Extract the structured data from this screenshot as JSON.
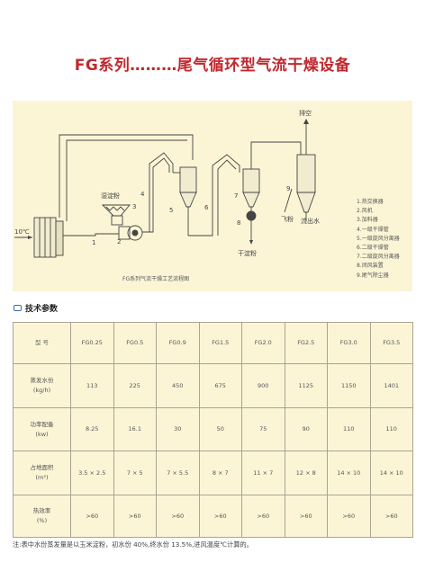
{
  "title": "FG系列………尾气循环型气流干燥设备",
  "diagram": {
    "caption": "FG系列气流干燥工艺流程图",
    "labels": {
      "exhaust": "排空",
      "wet_powder": "湿淀粉",
      "air_inlet": "10℃",
      "dry_powder": "干淀粉",
      "fly_powder": "飞粉",
      "waste_water": "流出水",
      "n1": "1",
      "n2": "2",
      "n3": "3",
      "n4": "4",
      "n5": "5",
      "n6": "6",
      "n7": "7",
      "n8": "8",
      "n9": "9"
    },
    "legend": [
      "1.热交换器",
      "2.风机",
      "3.加料器",
      "4.一级干燥管",
      "5.一级旋风分离器",
      "6.二级干燥管",
      "7.二级旋风分离器",
      "8.闭风装置",
      "9.尾气除尘器"
    ]
  },
  "section_title": "技术参数",
  "table": {
    "header_label": "型  号",
    "models": [
      "FG0.25",
      "FG0.5",
      "FG0.9",
      "FG1.5",
      "FG2.0",
      "FG2.5",
      "FG3.0",
      "FG3.5"
    ],
    "rows": [
      {
        "label": [
          "蒸发水份",
          "(kg/h)"
        ],
        "values": [
          "113",
          "225",
          "450",
          "675",
          "900",
          "1125",
          "1150",
          "1401"
        ]
      },
      {
        "label": [
          "功率配备",
          "(kw)"
        ],
        "values": [
          "8.25",
          "16.1",
          "30",
          "50",
          "75",
          "90",
          "110",
          "110"
        ]
      },
      {
        "label": [
          "占地面积",
          "(m²)"
        ],
        "values": [
          "3.5 × 2.5",
          "7 × 5",
          "7 × 5.5",
          "8 × 7",
          "11 × 7",
          "12 × 8",
          "14 × 10",
          "14 × 10"
        ]
      },
      {
        "label": [
          "热效率",
          "(%)"
        ],
        "values": [
          ">60",
          ">60",
          ">60",
          ">60",
          ">60",
          ">60",
          ">60",
          ">60"
        ]
      }
    ]
  },
  "note": "注:表中水份蒸发量是以玉米淀粉，初水份 40%,终水份 13.5%,进风温度℃计算的。"
}
